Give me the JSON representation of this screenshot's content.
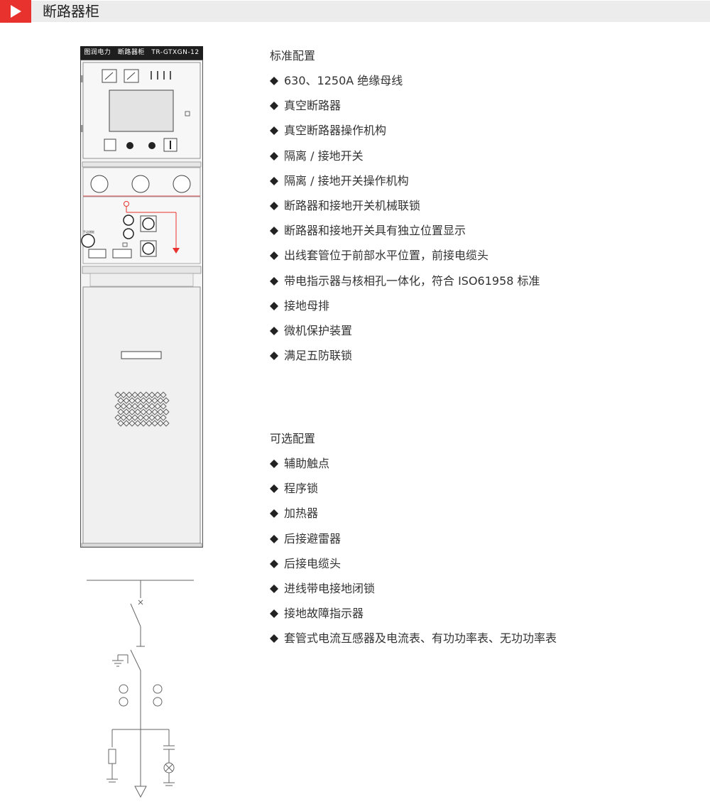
{
  "header": {
    "title": "断路器柜",
    "accent": "#e8322e"
  },
  "cabinet": {
    "label": "图润电力　断路器柜　TR-GTXGN-12",
    "small_label": "手动储能"
  },
  "standard": {
    "heading": "标准配置",
    "items": [
      "630、1250A 绝缘母线",
      "真空断路器",
      "真空断路器操作机构",
      "隔离 / 接地开关",
      "隔离 / 接地开关操作机构",
      "断路器和接地开关机械联锁",
      "断路器和接地开关具有独立位置显示",
      "出线套管位于前部水平位置，前接电缆头",
      "带电指示器与核相孔一体化，符合 ISO61958 标准",
      "接地母排",
      "微机保护装置",
      "满足五防联锁"
    ]
  },
  "optional": {
    "heading": "可选配置",
    "items": [
      "辅助触点",
      "程序锁",
      "加热器",
      "后接避雷器",
      "后接电缆头",
      "进线带电接地闭锁",
      "接地故障指示器",
      "套管式电流互感器及电流表、有功功率表、无功功率表"
    ]
  },
  "icons": {
    "play": "play-triangle-icon",
    "bullet": "diamond-bullet-icon"
  }
}
